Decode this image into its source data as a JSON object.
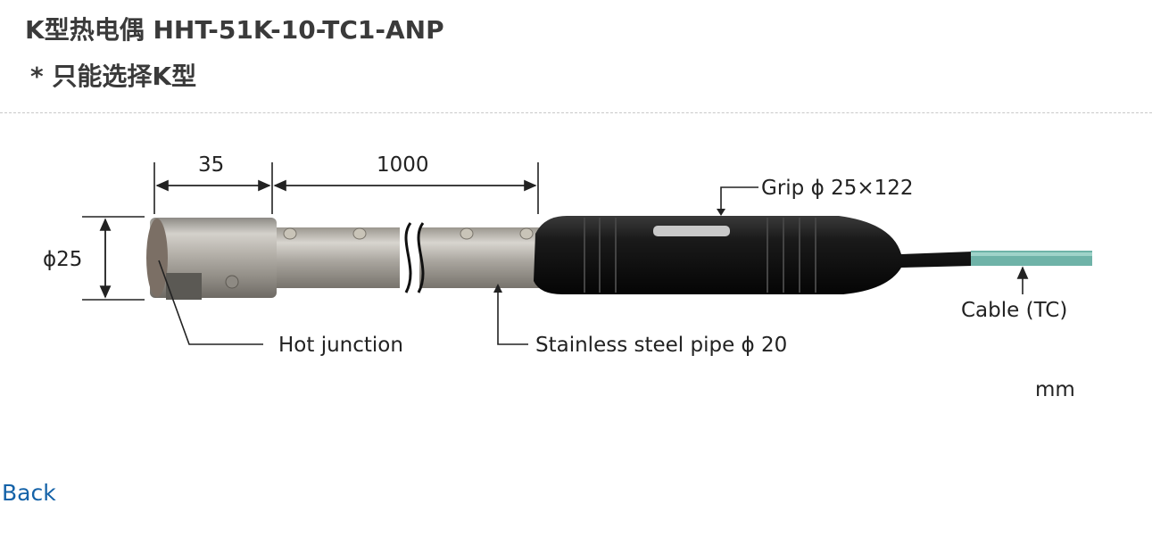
{
  "header": {
    "title": "K型热电偶 HHT-51K-10-TC1-ANP",
    "note": " * 只能选择K型"
  },
  "diagram": {
    "dimensions": {
      "tip_length": "35",
      "pipe_length": "1000",
      "diameter": "ϕ25"
    },
    "labels": {
      "grip": "Grip ϕ 25×122",
      "hot_junction": "Hot junction",
      "pipe": "Stainless steel pipe ϕ 20",
      "cable": "Cable (TC)",
      "unit": "mm"
    },
    "colors": {
      "cable": "#6fb3a8",
      "grip": "#151515",
      "steel": "#a9a59e"
    }
  },
  "footer": {
    "back_label": "Back",
    "link_color": "#1462a8"
  }
}
